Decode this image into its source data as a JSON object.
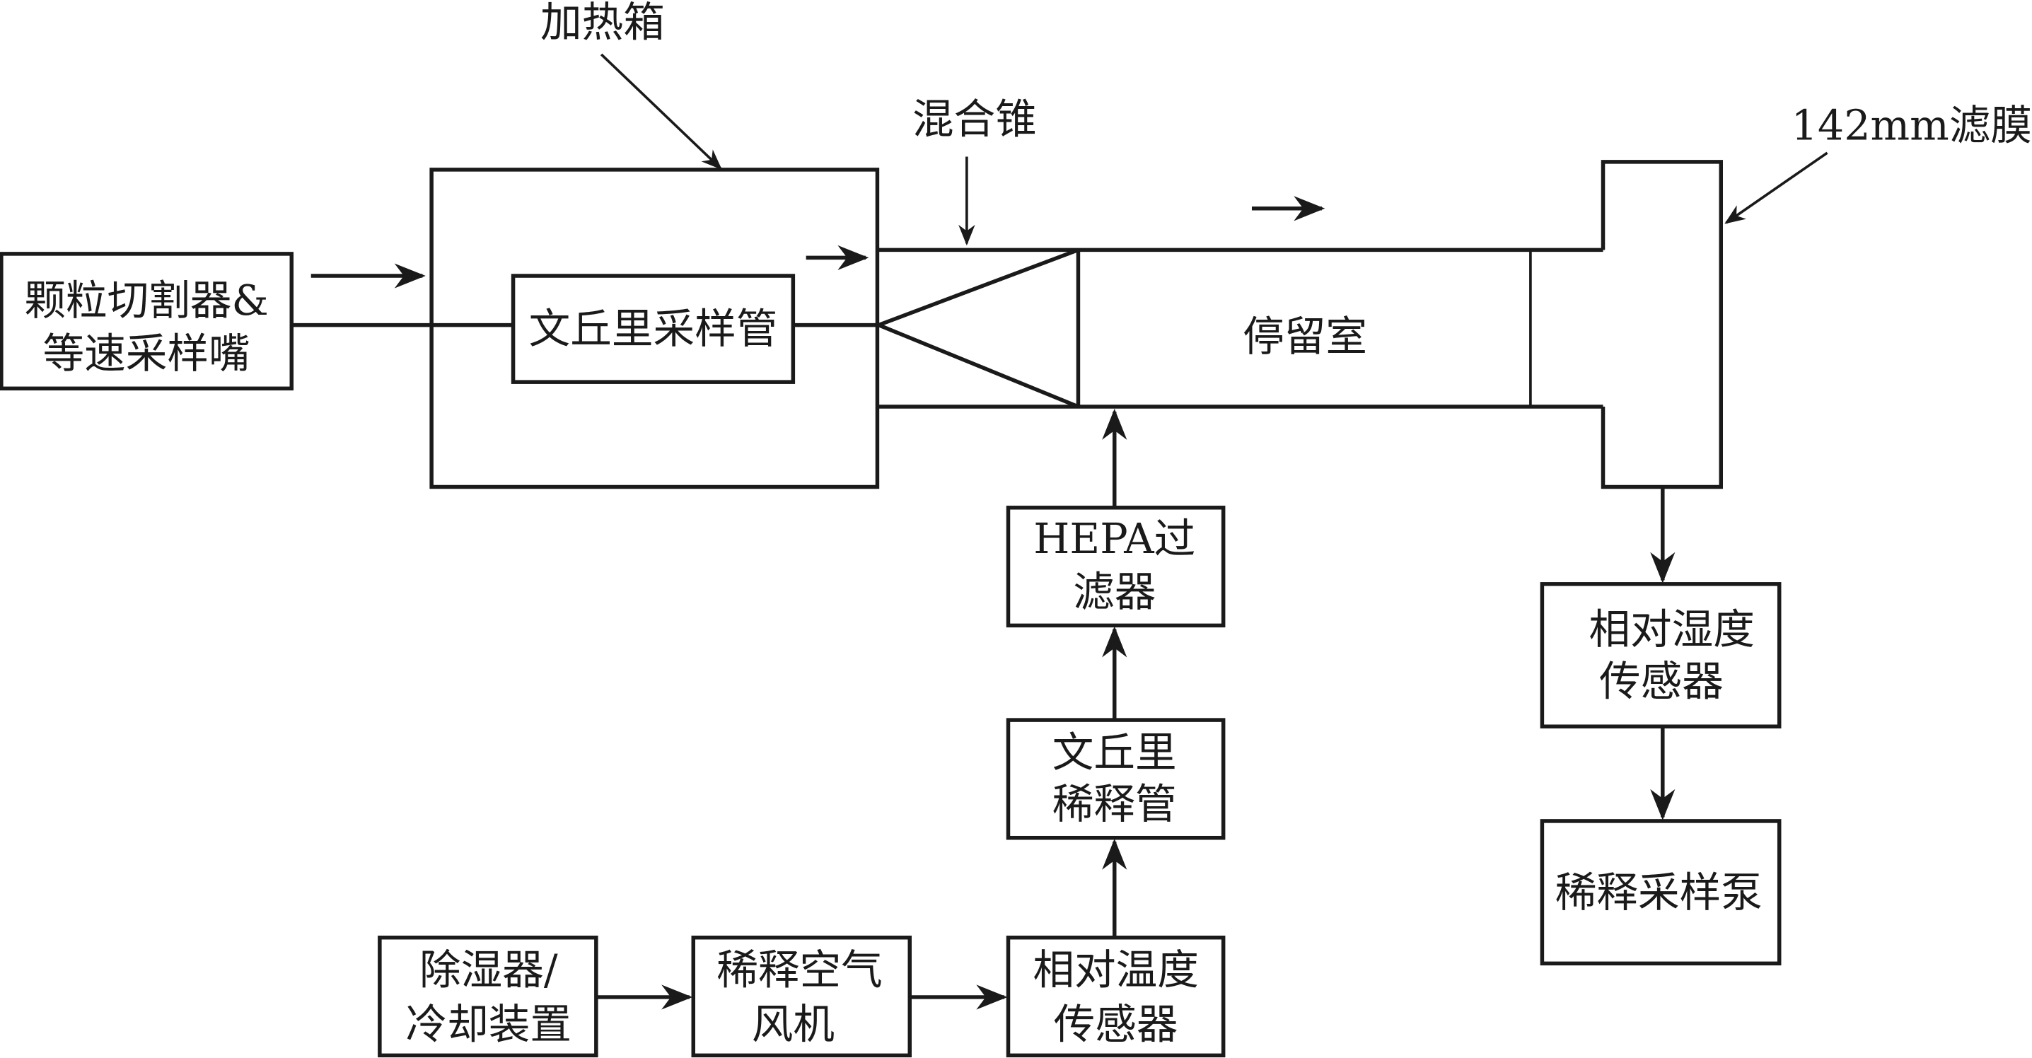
{
  "diagram": {
    "callouts": {
      "heating_box": "加热箱",
      "mixing_cone": "混合锥",
      "filter": "142mm滤膜"
    },
    "blocks": {
      "cutter": [
        "颗粒切割器&",
        "等速采样嘴"
      ],
      "venturi_sampling": [
        "文丘里采样管"
      ],
      "residence_chamber": [
        "停留室"
      ],
      "hepa": [
        "HEPA过",
        "滤器"
      ],
      "venturi_dilution": [
        "文丘里",
        "稀释管"
      ],
      "dehumidifier": [
        "除湿器/",
        "冷却装置"
      ],
      "blower": [
        "稀释空气",
        "风机"
      ],
      "rt_sensor": [
        "相对温度",
        "传感器"
      ],
      "rh_sensor": [
        "相对湿度",
        "传感器"
      ],
      "pump": [
        "稀释采样泵"
      ]
    },
    "colors": {
      "stroke": "#1a1a1a",
      "background": "#ffffff"
    }
  }
}
